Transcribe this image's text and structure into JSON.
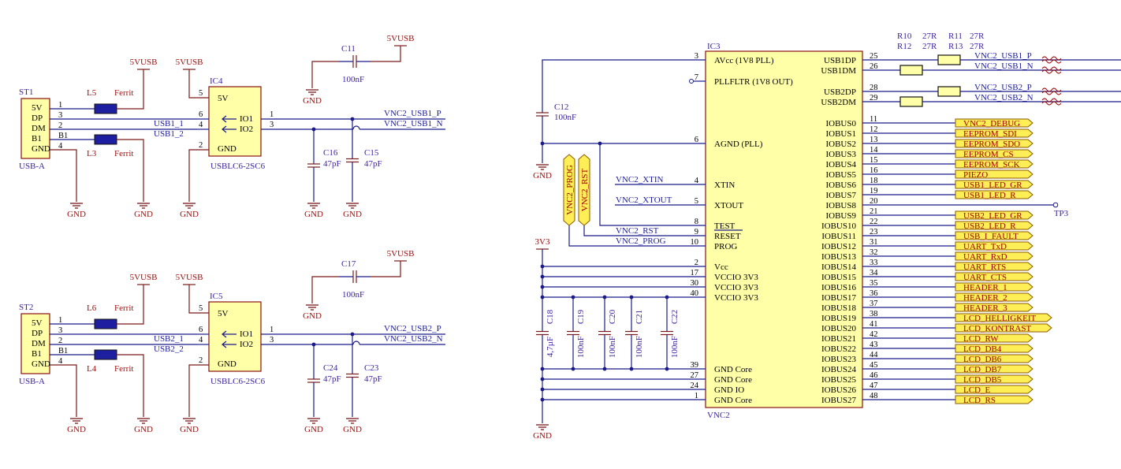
{
  "power": {
    "vusb": "5VUSB",
    "gnd": "GND",
    "v33": "3V3"
  },
  "usb_blocks": [
    {
      "conn": "ST1",
      "conn_type": "USB-A",
      "pins": [
        "5V",
        "DP",
        "DM",
        "B1",
        "GND"
      ],
      "pin_nums": [
        "1",
        "3",
        "2",
        "",
        "4"
      ],
      "ferrite_top": "L5",
      "ferrite_bot": "L3",
      "ferrite_label": "Ferrit",
      "b1": "B1",
      "net_dp": "USB1_1",
      "net_dm": "USB1_2",
      "ic": "IC4",
      "ic_type": "USBLC6-2SC6",
      "ic_pins": {
        "v5": "5V",
        "io1": "IO1",
        "io2": "IO2",
        "gnd": "GND"
      },
      "ic_pin_nums": {
        "v5": "5",
        "in1": "6",
        "in2": "4",
        "gnd": "2",
        "out1": "1",
        "out2": "3"
      },
      "out_p": "VNC2_USB1_P",
      "out_n": "VNC2_USB1_N",
      "cap_top": "C11",
      "cap_top_val": "100nF",
      "cap_a": "C16",
      "cap_a_val": "47pF",
      "cap_b": "C15",
      "cap_b_val": "47pF"
    },
    {
      "conn": "ST2",
      "conn_type": "USB-A",
      "pins": [
        "5V",
        "DP",
        "DM",
        "B1",
        "GND"
      ],
      "pin_nums": [
        "1",
        "3",
        "2",
        "",
        "4"
      ],
      "ferrite_top": "L6",
      "ferrite_bot": "L4",
      "ferrite_label": "Ferrit",
      "b1": "B1",
      "net_dp": "USB2_1",
      "net_dm": "USB2_2",
      "ic": "IC5",
      "ic_type": "USBLC6-2SC6",
      "ic_pins": {
        "v5": "5V",
        "io1": "IO1",
        "io2": "IO2",
        "gnd": "GND"
      },
      "ic_pin_nums": {
        "v5": "5",
        "in1": "6",
        "in2": "4",
        "gnd": "2",
        "out1": "1",
        "out2": "3"
      },
      "out_p": "VNC2_USB2_P",
      "out_n": "VNC2_USB2_N",
      "cap_top": "C17",
      "cap_top_val": "100nF",
      "cap_a": "C24",
      "cap_a_val": "47pF",
      "cap_b": "C23",
      "cap_b_val": "47pF"
    }
  ],
  "ic3": {
    "ref": "IC3",
    "part": "VNC2",
    "left_pins": [
      {
        "num": "3",
        "name": "AVcc (1V8 PLL)"
      },
      {
        "num": "7",
        "name": "PLLFLTR (1V8 OUT)"
      },
      {
        "num": "6",
        "name": "AGND (PLL)"
      },
      {
        "num": "4",
        "name": "XTIN",
        "net": "VNC2_XTIN"
      },
      {
        "num": "5",
        "name": "XTOUT",
        "net": "VNC2_XTOUT"
      },
      {
        "num": "8",
        "name": "TEST"
      },
      {
        "num": "9",
        "name": "RESET",
        "net": "VNC2_RST"
      },
      {
        "num": "10",
        "name": "PROG",
        "net": "VNC2_PROG"
      },
      {
        "num": "2",
        "name": "Vcc"
      },
      {
        "num": "17",
        "name": "VCCIO 3V3"
      },
      {
        "num": "30",
        "name": "VCCIO 3V3"
      },
      {
        "num": "40",
        "name": "VCCIO 3V3"
      },
      {
        "num": "39",
        "name": "GND Core"
      },
      {
        "num": "27",
        "name": "GND Core"
      },
      {
        "num": "24",
        "name": "GND IO"
      },
      {
        "num": "1",
        "name": "GND Core"
      }
    ],
    "usb_pins": [
      {
        "num": "25",
        "name": "USB1DP",
        "net": "VNC2_USB1_P"
      },
      {
        "num": "26",
        "name": "USB1DM",
        "net": "VNC2_USB1_N"
      },
      {
        "num": "28",
        "name": "USB2DP",
        "net": "VNC2_USB2_P"
      },
      {
        "num": "29",
        "name": "USB2DM",
        "net": "VNC2_USB2_N"
      }
    ],
    "io_pins": [
      {
        "num": "11",
        "name": "IOBUS0",
        "net": "VNC2_DEBUG"
      },
      {
        "num": "12",
        "name": "IOBUS1",
        "net": "EEPROM_SDI"
      },
      {
        "num": "13",
        "name": "IOBUS2",
        "net": "EEPROM_SDO"
      },
      {
        "num": "14",
        "name": "IOBUS3",
        "net": "EEPROM_CS"
      },
      {
        "num": "15",
        "name": "IOBUS4",
        "net": "EEPROM_SCK"
      },
      {
        "num": "16",
        "name": "IOBUS5",
        "net": "PIEZO"
      },
      {
        "num": "18",
        "name": "IOBUS6",
        "net": "USB1_LED_GR"
      },
      {
        "num": "19",
        "name": "IOBUS7",
        "net": "USB1_LED_R"
      },
      {
        "num": "20",
        "name": "IOBUS8",
        "net": ""
      },
      {
        "num": "21",
        "name": "IOBUS9",
        "net": "USB2_LED_GR"
      },
      {
        "num": "22",
        "name": "IOBUS10",
        "net": "USB2_LED_R"
      },
      {
        "num": "23",
        "name": "IOBUS11",
        "net": "USB_I_FAULT"
      },
      {
        "num": "31",
        "name": "IOBUS12",
        "net": "UART_TxD"
      },
      {
        "num": "32",
        "name": "IOBUS13",
        "net": "UART_RxD"
      },
      {
        "num": "33",
        "name": "IOBUS14",
        "net": "UART_RTS"
      },
      {
        "num": "34",
        "name": "IOBUS15",
        "net": "UART_CTS"
      },
      {
        "num": "35",
        "name": "IOBUS16",
        "net": "HEADER_1"
      },
      {
        "num": "36",
        "name": "IOBUS17",
        "net": "HEADER_2"
      },
      {
        "num": "37",
        "name": "IOBUS18",
        "net": "HEADER_3"
      },
      {
        "num": "38",
        "name": "IOBUS19",
        "net": "LCD_HELLIGKEIT"
      },
      {
        "num": "41",
        "name": "IOBUS20",
        "net": "LCD_KONTRAST"
      },
      {
        "num": "42",
        "name": "IOBUS21",
        "net": "LCD_RW"
      },
      {
        "num": "43",
        "name": "IOBUS22",
        "net": "LCD_DB4"
      },
      {
        "num": "44",
        "name": "IOBUS23",
        "net": "LCD_DB6"
      },
      {
        "num": "45",
        "name": "IOBUS24",
        "net": "LCD_DB7"
      },
      {
        "num": "46",
        "name": "IOBUS25",
        "net": "LCD_DB5"
      },
      {
        "num": "47",
        "name": "IOBUS26",
        "net": "LCD_E"
      },
      {
        "num": "48",
        "name": "IOBUS27",
        "net": "LCD_RS"
      }
    ],
    "tp": "TP3",
    "resistors": [
      {
        "ref": "R10",
        "val": "27R"
      },
      {
        "ref": "R11",
        "val": "27R"
      },
      {
        "ref": "R12",
        "val": "27R"
      },
      {
        "ref": "R13",
        "val": "27R"
      }
    ],
    "c12": {
      "ref": "C12",
      "val": "100nF"
    },
    "vert_ports": [
      "VNC2_PROG",
      "VNC2_RST"
    ],
    "decoupling": [
      {
        "ref": "C18",
        "val": "4,7µF"
      },
      {
        "ref": "C19",
        "val": "100nF"
      },
      {
        "ref": "C20",
        "val": "100nF"
      },
      {
        "ref": "C21",
        "val": "100nF"
      },
      {
        "ref": "C22",
        "val": "100nF"
      }
    ]
  }
}
